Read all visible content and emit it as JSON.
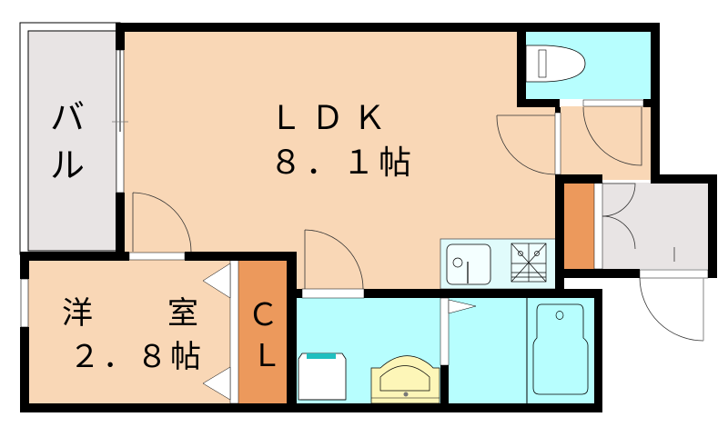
{
  "floor_plan": {
    "rooms": [
      {
        "id": "ldk",
        "name": "ＬＤＫ",
        "size": "８．１帖",
        "color": "#f9d7b6"
      },
      {
        "id": "western_room",
        "name_left": "洋",
        "name_right": "室",
        "size": "２．８帖",
        "color": "#f9d7b6"
      },
      {
        "id": "balcony",
        "name_top": "バ",
        "name_bottom": "ル",
        "color": "#e8e4e4"
      },
      {
        "id": "closet",
        "name_top": "Ｃ",
        "name_bottom": "Ｌ",
        "color": "#ec995c"
      },
      {
        "id": "toilet",
        "color": "#b7fefe"
      },
      {
        "id": "washroom",
        "color": "#b7fefe"
      },
      {
        "id": "bathroom",
        "color": "#b7fefe"
      },
      {
        "id": "entrance",
        "color": "#e8e4e4"
      },
      {
        "id": "shoe_storage",
        "color": "#ec995c"
      },
      {
        "id": "kitchen",
        "color": "#e0fbfb"
      }
    ],
    "fixtures": [
      "toilet-icon",
      "kitchen-sink-icon",
      "gas-stove-icon",
      "washing-machine-icon",
      "wash-basin-icon",
      "bathtub-icon"
    ],
    "colors": {
      "wall": "#000000",
      "floor": "#f9d7b6",
      "wet_area": "#b7fefe",
      "storage": "#ec995c",
      "exterior": "#e8e4e4",
      "basin": "#fdf6b8"
    }
  }
}
